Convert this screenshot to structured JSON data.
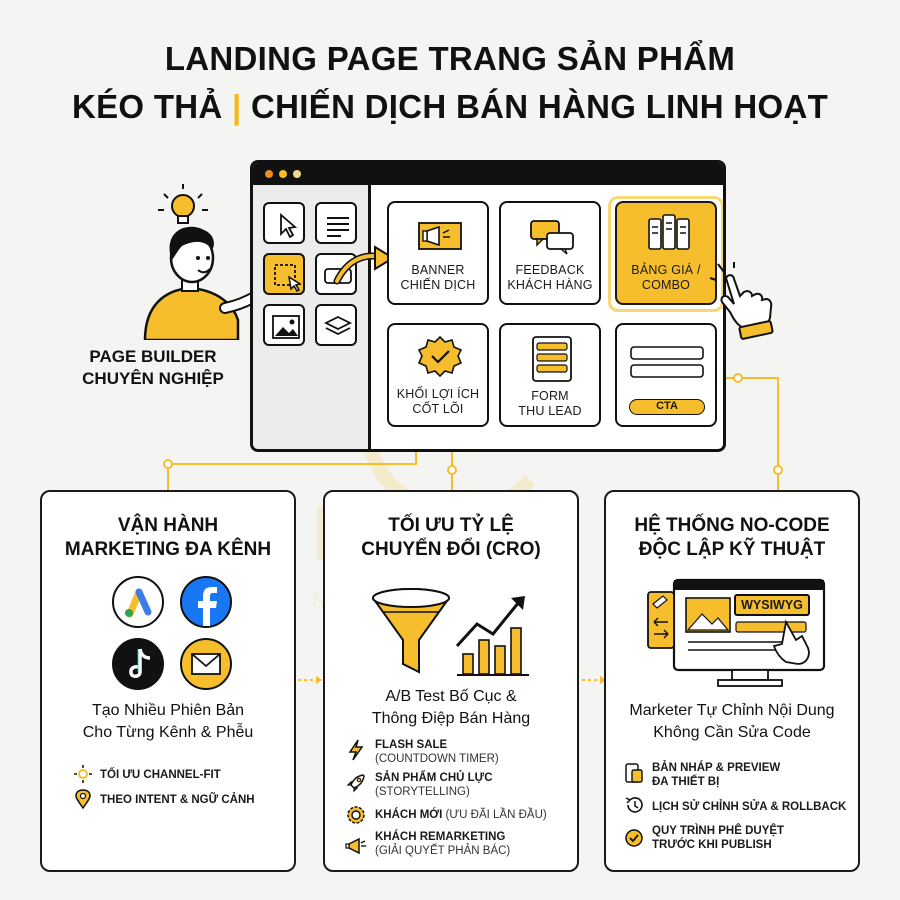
{
  "title": {
    "line1": "LANDING PAGE TRANG SẢN PHẨM",
    "line2_left": "KÉO THẢ",
    "separator": "|",
    "line2_right": "CHIẾN DỊCH BÁN HÀNG LINH HOẠT"
  },
  "watermark": {
    "brand": "LIGHT",
    "tagline": "Nhanh - Chuẩn - Đẹp"
  },
  "page_builder_label": [
    "PAGE BUILDER",
    "CHUYÊN NGHIỆP"
  ],
  "blocks": [
    {
      "label": [
        "BANNER",
        "CHIẾN DỊCH"
      ],
      "icon": "megaphone-icon"
    },
    {
      "label": [
        "FEEDBACK",
        "KHÁCH HÀNG"
      ],
      "icon": "chat-bubbles-icon"
    },
    {
      "label": [
        "BẢNG GIÁ /",
        "COMBO"
      ],
      "icon": "pricing-columns-icon"
    },
    {
      "label": [
        "KHỐI LỢI ÍCH",
        "CỐT LÕI"
      ],
      "icon": "badge-check-icon"
    },
    {
      "label": [
        "FORM",
        "THU LEAD"
      ],
      "icon": "form-icon"
    },
    {
      "label": [
        "CTA"
      ],
      "icon": "cta-button-icon"
    }
  ],
  "cards": [
    {
      "title": [
        "VẬN HÀNH",
        "MARKETING ĐA KÊNH"
      ],
      "subtitle": [
        "Tạo Nhiều Phiên Bản",
        "Cho Từng Kênh & Phễu"
      ],
      "features": [
        {
          "bold": "TỐI ƯU CHANNEL-FIT",
          "icon": "sun-icon"
        },
        {
          "bold": "THEO INTENT & NGỮ CẢNH",
          "icon": "location-pin-icon"
        }
      ]
    },
    {
      "title": [
        "TỐI ƯU TỶ LỆ",
        "CHUYỂN ĐỔI (CRO)"
      ],
      "subtitle": [
        "A/B Test Bố Cục &",
        "Thông Điệp Bán Hàng"
      ],
      "features": [
        {
          "bold": "FLASH SALE",
          "note": "(COUNTDOWN TIMER)",
          "icon": "lightning-icon"
        },
        {
          "bold": "SẢN PHẨM CHỦ LỰC",
          "note": "(STORYTELLING)",
          "icon": "rocket-icon"
        },
        {
          "bold": "KHÁCH MỚI",
          "note": "(ƯU ĐÃI LẦN ĐẦU)",
          "icon": "gear-badge-icon"
        },
        {
          "bold": "KHÁCH REMARKETING",
          "note": "(GIẢI QUYẾT PHẢN BÁC)",
          "icon": "megaphone-icon"
        }
      ]
    },
    {
      "title": [
        "HỆ THỐNG NO-CODE",
        "ĐỘC LẬP KỸ THUẬT"
      ],
      "subtitle": [
        "Marketer Tự Chỉnh Nội Dung",
        "Không Cần Sửa Code"
      ],
      "editor_badge": "WYSIWYG",
      "features": [
        {
          "bold": "BẢN NHÁP & PREVIEW",
          "note": "ĐA THIẾT BỊ",
          "icon": "devices-icon"
        },
        {
          "bold": "LỊCH SỬ CHỈNH SỬA & ROLLBACK",
          "icon": "history-icon"
        },
        {
          "bold": "QUY TRÌNH PHÊ DUYỆT",
          "note": "TRƯỚC KHI PUBLISH",
          "icon": "check-circle-icon"
        }
      ]
    }
  ],
  "colors": {
    "accent": "#f6bd2c",
    "ink": "#111111",
    "card_bg": "#ffffff",
    "page_bg": "#f4f4f2"
  }
}
